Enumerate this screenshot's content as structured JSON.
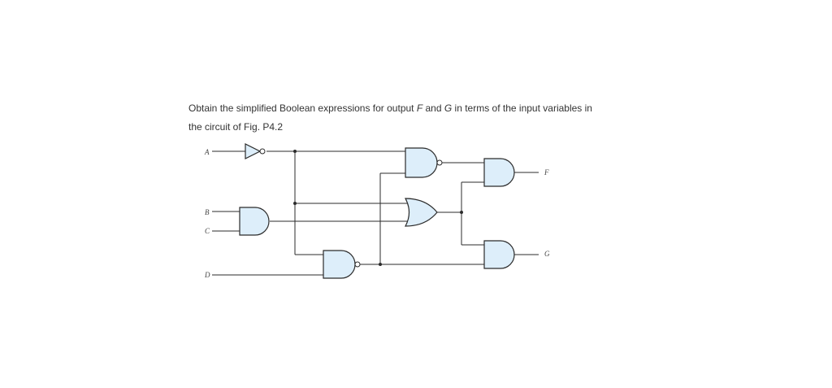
{
  "question": {
    "pre": "Obtain the simplified Boolean expressions for output ",
    "var_f": "F",
    "mid": " and ",
    "var_g": "G",
    "post": " in terms of the input variables in",
    "line2": "the circuit of Fig. P4.2"
  },
  "circuit": {
    "inputs": {
      "a": "A",
      "b": "B",
      "c": "C",
      "d": "D"
    },
    "outputs": {
      "f": "F",
      "g": "G"
    },
    "colors": {
      "gate_fill": "#ddeefa",
      "wire": "#2b2b2b"
    }
  }
}
